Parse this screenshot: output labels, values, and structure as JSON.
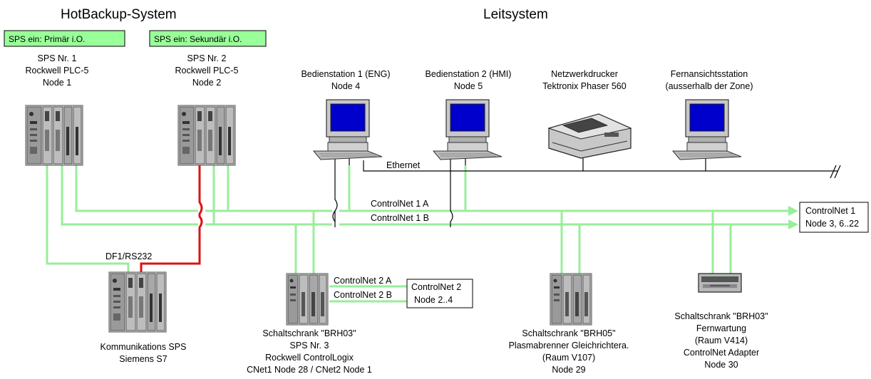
{
  "titles": {
    "hotbackup": "HotBackup-System",
    "leitsystem": "Leitsystem"
  },
  "badges": {
    "primary": "SPS ein: Primär i.O.",
    "secondary": "SPS ein: Sekundär i.O.",
    "badge_color": "#99ff99"
  },
  "nodes": {
    "plc1": [
      "SPS Nr. 1",
      "Rockwell PLC-5",
      "Node 1"
    ],
    "plc2": [
      "SPS Nr. 2",
      "Rockwell PLC-5",
      "Node 2"
    ],
    "eng": [
      "Bedienstation 1 (ENG)",
      "Node 4"
    ],
    "hmi": [
      "Bedienstation 2 (HMI)",
      "Node 5"
    ],
    "printer": [
      "Netzwerkdrucker",
      "Tektronix Phaser 560"
    ],
    "remote": [
      "Fernansichtsstation",
      "(ausserhalb der Zone)"
    ],
    "comm": [
      "Kommunikations SPS",
      "Siemens S7"
    ],
    "brh03_logix": [
      "Schaltschrank \"BRH03\"",
      "SPS Nr. 3",
      "Rockwell ControlLogix",
      "CNet1 Node 28 / CNet2 Node 1"
    ],
    "brh05": [
      "Schaltschrank \"BRH05\"",
      "Plasmabrenner Gleichrichtera.",
      "(Raum V107)",
      "Node 29"
    ],
    "brh03_adapter": [
      "Schaltschrank \"BRH03\"",
      "Fernwartung",
      "(Raum V414)",
      "ControlNet Adapter",
      "Node 30"
    ]
  },
  "links": {
    "ethernet": "Ethernet",
    "cnet1a": "ControlNet 1  A",
    "cnet1b": "ControlNet 1  B",
    "cnet2a": "ControlNet 2  A",
    "cnet2b": "ControlNet 2  B",
    "df1": "DF1/RS232"
  },
  "boxes": {
    "cnet1": [
      "ControlNet 1",
      "Node 3, 6..22"
    ],
    "cnet2": [
      "ControlNet 2",
      "Node 2..4"
    ]
  },
  "colors": {
    "controlnet": "#99ee99",
    "serial": "#dd1111",
    "ethernet": "#000000"
  }
}
